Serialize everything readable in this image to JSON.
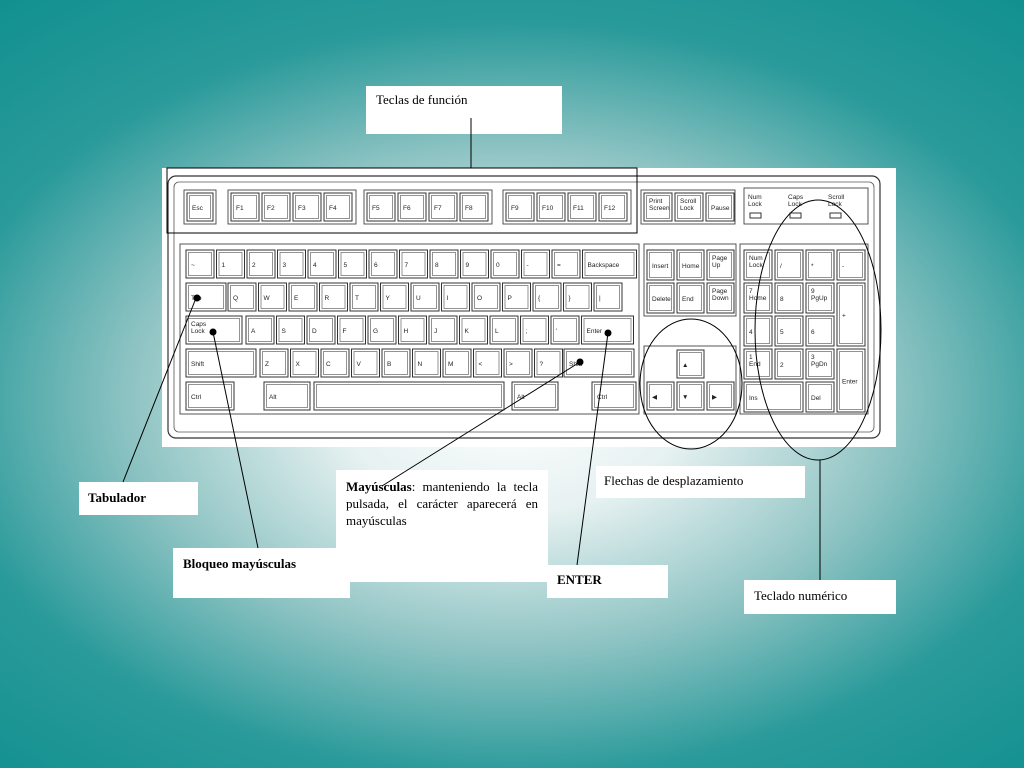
{
  "labels": {
    "function_keys": "Teclas de función",
    "tab": "Tabulador",
    "caps_lock": "Bloqueo mayúsculas",
    "shift_title": "Mayúsculas",
    "shift_desc": ": manteniendo la tecla pulsada, el carácter aparecerá en mayúsculas",
    "arrows": "Flechas de desplazamiento",
    "enter": "ENTER",
    "numpad": "Teclado numérico"
  },
  "keyboard": {
    "row_f": [
      "Esc",
      "F1",
      "F2",
      "F3",
      "F4",
      "F5",
      "F6",
      "F7",
      "F8",
      "F9",
      "F10",
      "F11",
      "F12"
    ],
    "sys_keys": [
      "Print Screen",
      "Scroll Lock",
      "Pause"
    ],
    "lock_leds": [
      "Num Lock",
      "Caps Lock",
      "Scroll Lock"
    ],
    "row_num": [
      "~",
      "1",
      "2",
      "3",
      "4",
      "5",
      "6",
      "7",
      "8",
      "9",
      "0",
      "-",
      "=",
      "Backspace"
    ],
    "row_tab": [
      "Tab",
      "Q",
      "W",
      "E",
      "R",
      "T",
      "Y",
      "U",
      "I",
      "O",
      "P",
      "{",
      "}",
      "|"
    ],
    "row_caps": [
      "Caps Lock",
      "A",
      "S",
      "D",
      "F",
      "G",
      "H",
      "J",
      "K",
      "L",
      ";",
      "'",
      "Enter"
    ],
    "row_shift": [
      "Shift",
      "Z",
      "X",
      "C",
      "V",
      "B",
      "N",
      "M",
      "<",
      ">",
      "?",
      "Shift"
    ],
    "row_ctrl": [
      "Ctrl",
      "Alt",
      "",
      "Alt",
      "Ctrl"
    ],
    "nav_top": [
      "Insert",
      "Home",
      "Page Up"
    ],
    "nav_bottom": [
      "Delete",
      "End",
      "Page Down"
    ],
    "numpad_keys": [
      "Num Lock",
      "/",
      "*",
      "-",
      "7 Home",
      "8",
      "9 PgUp",
      "+",
      "4",
      "5",
      "6",
      "1 End",
      "2",
      "3 PgDn",
      "Enter",
      "Ins",
      "Del"
    ]
  },
  "colors": {
    "teal": "#119090",
    "key_outline": "#333333"
  }
}
